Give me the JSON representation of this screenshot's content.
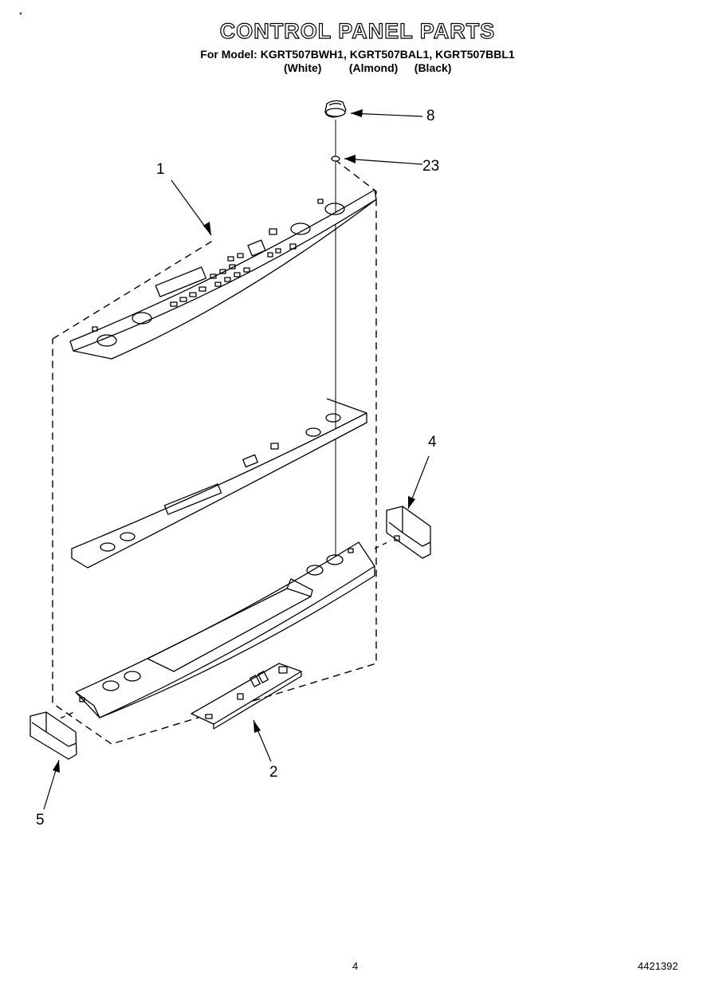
{
  "header": {
    "title": "CONTROL PANEL PARTS",
    "models_line": "For Model: KGRT507BWH1, KGRT507BAL1, KGRT507BBL1",
    "color_white": "(White)",
    "color_almond": "(Almond)",
    "color_black": "(Black)"
  },
  "callouts": {
    "c1": "1",
    "c2": "2",
    "c4": "4",
    "c5": "5",
    "c8": "8",
    "c23": "23"
  },
  "footer": {
    "page_number": "4",
    "doc_number": "4421392"
  },
  "marks": {
    "corner_mark": "*"
  }
}
